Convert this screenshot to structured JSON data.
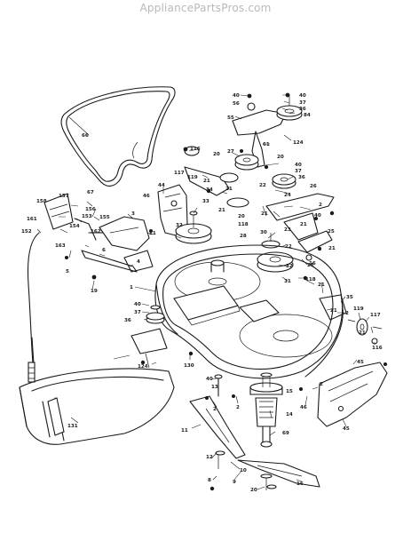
{
  "watermark": "AppliancePartsPros.com",
  "callouts": [
    {
      "id": "c1",
      "text": "40"
    },
    {
      "id": "c2",
      "text": "56"
    },
    {
      "id": "c3",
      "text": "40"
    },
    {
      "id": "c4",
      "text": "37"
    },
    {
      "id": "c5",
      "text": "36"
    },
    {
      "id": "c6",
      "text": "84"
    },
    {
      "id": "c7",
      "text": "55"
    },
    {
      "id": "c8",
      "text": "61"
    },
    {
      "id": "c9",
      "text": "124"
    },
    {
      "id": "c10",
      "text": "66"
    },
    {
      "id": "c11",
      "text": "116"
    },
    {
      "id": "c12",
      "text": "27"
    },
    {
      "id": "c13",
      "text": "20"
    },
    {
      "id": "c14",
      "text": "20"
    },
    {
      "id": "c15",
      "text": "40"
    },
    {
      "id": "c16",
      "text": "37"
    },
    {
      "id": "c17",
      "text": "117"
    },
    {
      "id": "c18",
      "text": "119"
    },
    {
      "id": "c19",
      "text": "21"
    },
    {
      "id": "c20",
      "text": "36"
    },
    {
      "id": "c21",
      "text": "26"
    },
    {
      "id": "c22",
      "text": "44"
    },
    {
      "id": "c23",
      "text": "34"
    },
    {
      "id": "c24",
      "text": "21"
    },
    {
      "id": "c25",
      "text": "22"
    },
    {
      "id": "c26",
      "text": "24"
    },
    {
      "id": "c27",
      "text": "2"
    },
    {
      "id": "c28",
      "text": "40"
    },
    {
      "id": "c29",
      "text": "46"
    },
    {
      "id": "c30",
      "text": "33"
    },
    {
      "id": "c31",
      "text": "21"
    },
    {
      "id": "c32",
      "text": "20"
    },
    {
      "id": "c33",
      "text": "118"
    },
    {
      "id": "c34",
      "text": "21"
    },
    {
      "id": "c35",
      "text": "23"
    },
    {
      "id": "c36",
      "text": "21"
    },
    {
      "id": "c37",
      "text": "32"
    },
    {
      "id": "c38",
      "text": "28"
    },
    {
      "id": "c39",
      "text": "25"
    },
    {
      "id": "c40",
      "text": "158"
    },
    {
      "id": "c41",
      "text": "157"
    },
    {
      "id": "c42",
      "text": "67"
    },
    {
      "id": "c43",
      "text": "156"
    },
    {
      "id": "c44",
      "text": "153"
    },
    {
      "id": "c45",
      "text": "155"
    },
    {
      "id": "c46",
      "text": "161"
    },
    {
      "id": "c47",
      "text": "3"
    },
    {
      "id": "c48",
      "text": "154"
    },
    {
      "id": "c49",
      "text": "21"
    },
    {
      "id": "c50",
      "text": "162"
    },
    {
      "id": "c51",
      "text": "152"
    },
    {
      "id": "c52",
      "text": "163"
    },
    {
      "id": "c53",
      "text": "5"
    },
    {
      "id": "c54",
      "text": "6"
    },
    {
      "id": "c55",
      "text": "4"
    },
    {
      "id": "c56",
      "text": "30"
    },
    {
      "id": "c57",
      "text": "22"
    },
    {
      "id": "c58",
      "text": "32"
    },
    {
      "id": "c59",
      "text": "21"
    },
    {
      "id": "c60",
      "text": "31"
    },
    {
      "id": "c61",
      "text": "16"
    },
    {
      "id": "c62",
      "text": "21"
    },
    {
      "id": "c63",
      "text": "118"
    },
    {
      "id": "c64",
      "text": "19"
    },
    {
      "id": "c65",
      "text": "1"
    },
    {
      "id": "c66",
      "text": "21"
    },
    {
      "id": "c67",
      "text": "35"
    },
    {
      "id": "c68",
      "text": "40"
    },
    {
      "id": "c69",
      "text": "37"
    },
    {
      "id": "c70",
      "text": "36"
    },
    {
      "id": "c71",
      "text": "21"
    },
    {
      "id": "c72",
      "text": "2"
    },
    {
      "id": "c73",
      "text": "119"
    },
    {
      "id": "c74",
      "text": "117"
    },
    {
      "id": "c75",
      "text": "21"
    },
    {
      "id": "c76",
      "text": "116"
    },
    {
      "id": "c77",
      "text": "124"
    },
    {
      "id": "c78",
      "text": "130"
    },
    {
      "id": "c79",
      "text": "45"
    },
    {
      "id": "c80",
      "text": "40"
    },
    {
      "id": "c81",
      "text": "15"
    },
    {
      "id": "c82",
      "text": "13"
    },
    {
      "id": "c83",
      "text": "2"
    },
    {
      "id": "c84",
      "text": "2"
    },
    {
      "id": "c85",
      "text": "46"
    },
    {
      "id": "c86",
      "text": "2"
    },
    {
      "id": "c87",
      "text": "14"
    },
    {
      "id": "c88",
      "text": "131"
    },
    {
      "id": "c89",
      "text": "11"
    },
    {
      "id": "c90",
      "text": "45"
    },
    {
      "id": "c91",
      "text": "69"
    },
    {
      "id": "c92",
      "text": "16"
    },
    {
      "id": "c93",
      "text": "12"
    },
    {
      "id": "c94",
      "text": "10"
    },
    {
      "id": "c95",
      "text": "8"
    },
    {
      "id": "c96",
      "text": "9"
    },
    {
      "id": "c97",
      "text": "20"
    }
  ]
}
